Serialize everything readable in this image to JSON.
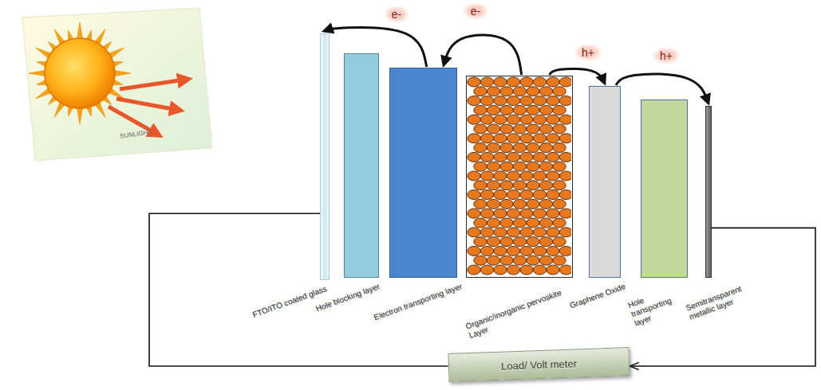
{
  "diagram": {
    "nodes": [
      {
        "text": [
          "FTO/ITO coated glass"
        ]
      },
      {
        "text": [
          "Hole blocking layer"
        ]
      },
      {
        "text": [
          "Electron transporting layer"
        ]
      },
      {
        "text": [
          "Organic/inorganic pervoskite Layer"
        ]
      },
      {
        "text": [
          "Graphene Oxide"
        ]
      },
      {
        "text": [
          "Hole transporting layer"
        ]
      },
      {
        "text": [
          "Semitransparent metallic layer"
        ]
      },
      {
        "text": [
          "Load/ Volt meter"
        ]
      }
    ],
    "edges": [
      {
        "from": 2,
        "to": 0,
        "arrow": "to",
        "label": "e-"
      },
      {
        "from": 3,
        "to": 2,
        "arrow": "to",
        "label": "e-"
      },
      {
        "from": 3,
        "to": 4,
        "arrow": "to",
        "label": "h+"
      },
      {
        "from": 4,
        "to": 6,
        "arrow": "to",
        "label": "h+"
      },
      {
        "from": 0,
        "to": 7,
        "arrow": "none"
      },
      {
        "from": 6,
        "to": 7,
        "arrow": "to"
      }
    ],
    "labels": [
      "SUNLIGHT"
    ]
  }
}
